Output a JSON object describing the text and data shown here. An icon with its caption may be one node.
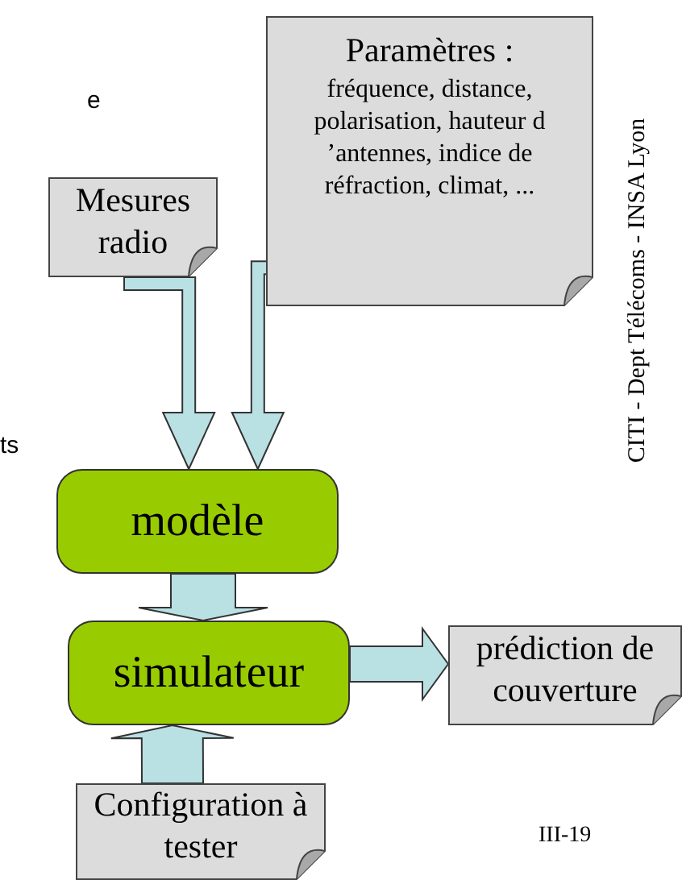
{
  "diagram": {
    "nodes": [
      {
        "text": [
          "Paramètres :",
          "fréquence, distance, polarisation, hauteur d ’antennes, indice de réfraction, climat, ..."
        ]
      },
      {
        "text": [
          "Mesures radio"
        ]
      },
      {
        "text": [
          "modèle"
        ]
      },
      {
        "text": [
          "simulateur"
        ]
      },
      {
        "text": [
          "prédiction de couverture"
        ]
      },
      {
        "text": [
          "Configuration à tester"
        ]
      }
    ],
    "edges": [
      {
        "from": 1,
        "to": 2,
        "arrow": "to"
      },
      {
        "from": 0,
        "to": 2,
        "arrow": "to"
      },
      {
        "from": 2,
        "to": 3,
        "arrow": "to"
      },
      {
        "from": 5,
        "to": 3,
        "arrow": "to"
      },
      {
        "from": 3,
        "to": 4,
        "arrow": "to"
      }
    ],
    "labels": [
      "e",
      "ts",
      "CITI - Dept Télécoms - INSA Lyon",
      "III-19"
    ]
  }
}
